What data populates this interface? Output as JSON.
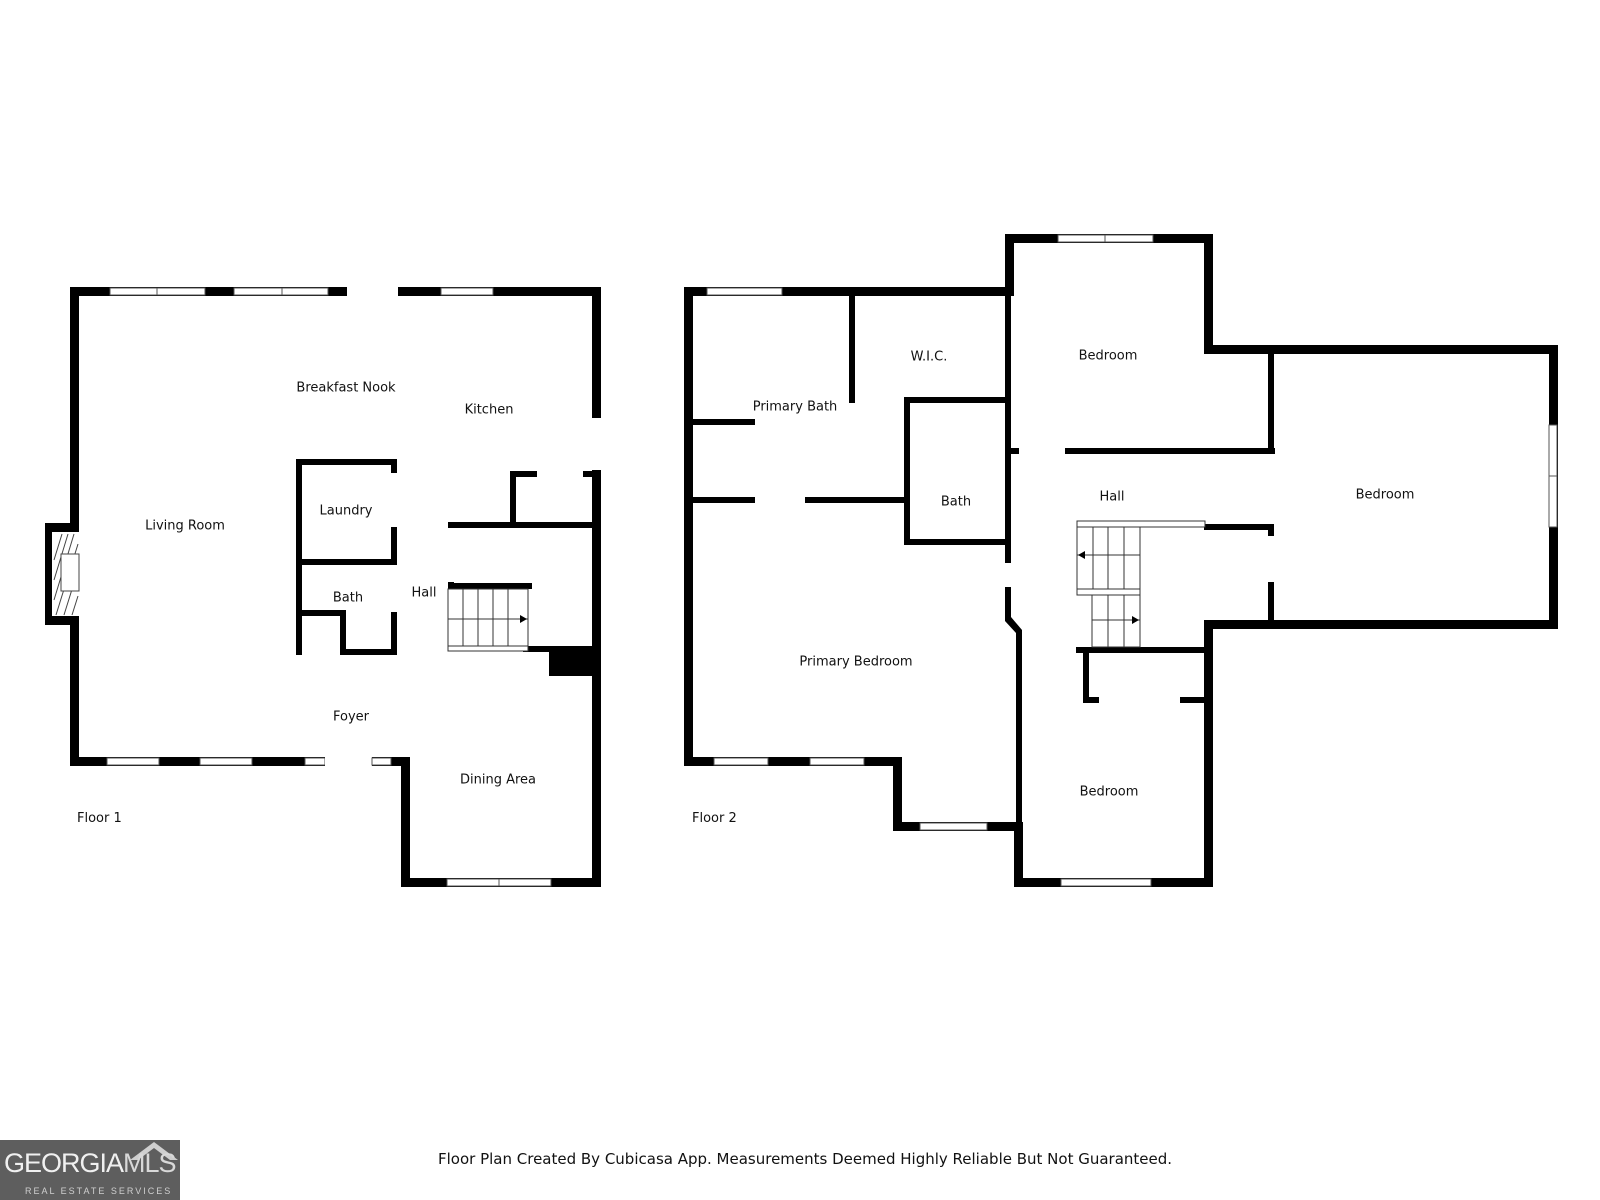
{
  "floors": [
    {
      "label": "Floor 1",
      "rooms": [
        {
          "name": "Breakfast Nook"
        },
        {
          "name": "Kitchen"
        },
        {
          "name": "Living Room"
        },
        {
          "name": "Laundry"
        },
        {
          "name": "Bath"
        },
        {
          "name": "Hall"
        },
        {
          "name": "Foyer"
        },
        {
          "name": "Dining Area"
        }
      ]
    },
    {
      "label": "Floor 2",
      "rooms": [
        {
          "name": "W.I.C."
        },
        {
          "name": "Bedroom"
        },
        {
          "name": "Primary Bath"
        },
        {
          "name": "Bath"
        },
        {
          "name": "Hall"
        },
        {
          "name": "Bedroom"
        },
        {
          "name": "Primary Bedroom"
        },
        {
          "name": "Bedroom"
        }
      ]
    }
  ],
  "footer": {
    "disclaimer": "Floor Plan Created By Cubicasa App. Measurements Deemed Highly Reliable But Not Guaranteed."
  },
  "logo": {
    "brand_main": "GEORGIA",
    "brand_accent": "MLS",
    "tagline": "REAL ESTATE SERVICES"
  },
  "colors": {
    "wall": "#000000",
    "background": "#ffffff",
    "logo_bg": "#5e5e5e"
  }
}
